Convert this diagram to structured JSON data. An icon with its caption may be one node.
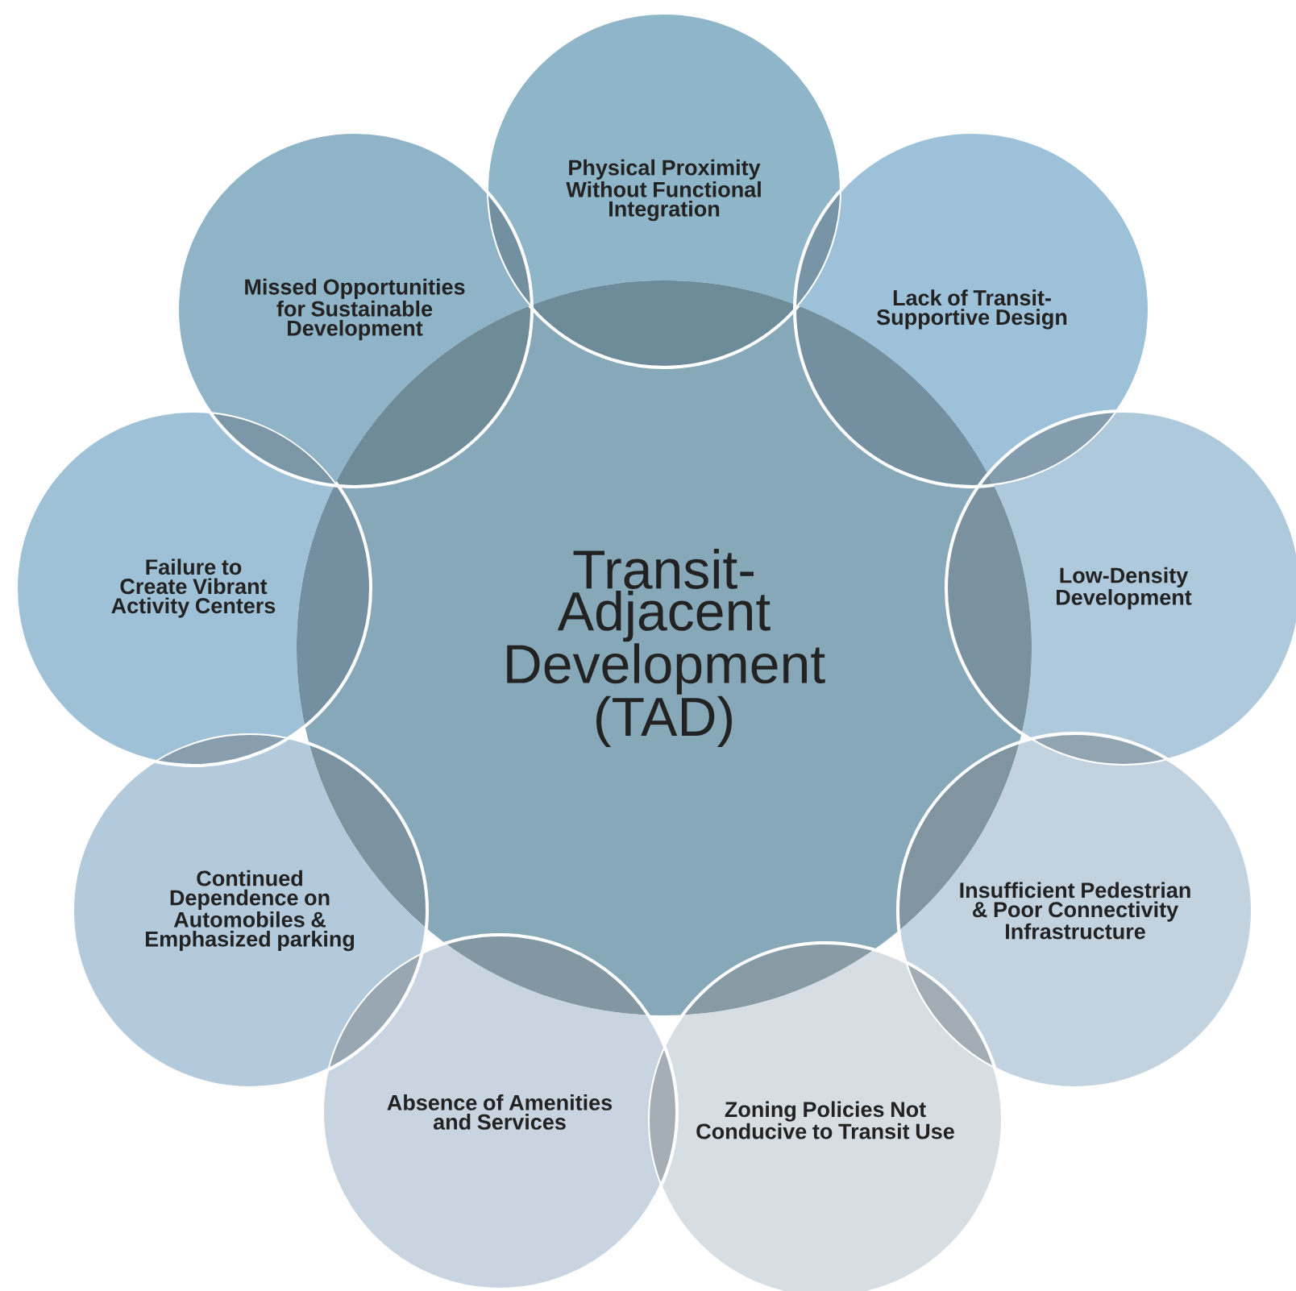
{
  "diagram": {
    "nodes": [
      {
        "text": [
          "Transit-Adjacent Development (TAD)"
        ]
      },
      {
        "text": [
          "Physical Proximity Without Functional Integration"
        ]
      },
      {
        "text": [
          "Lack of Transit-Supportive Design"
        ]
      },
      {
        "text": [
          "Low-Density Development"
        ]
      },
      {
        "text": [
          "Insufficient Pedestrian & Poor Connectivity Infrastructure"
        ]
      },
      {
        "text": [
          "Zoning Policies Not Conducive to Transit Use"
        ]
      },
      {
        "text": [
          "Absence of Amenities and Services"
        ]
      },
      {
        "text": [
          "Continued Dependence on Automobiles & Emphasized parking"
        ]
      },
      {
        "text": [
          "Failure to Create Vibrant Activity Centers"
        ]
      },
      {
        "text": [
          "Missed Opportunities for Sustainable Development"
        ]
      }
    ]
  }
}
